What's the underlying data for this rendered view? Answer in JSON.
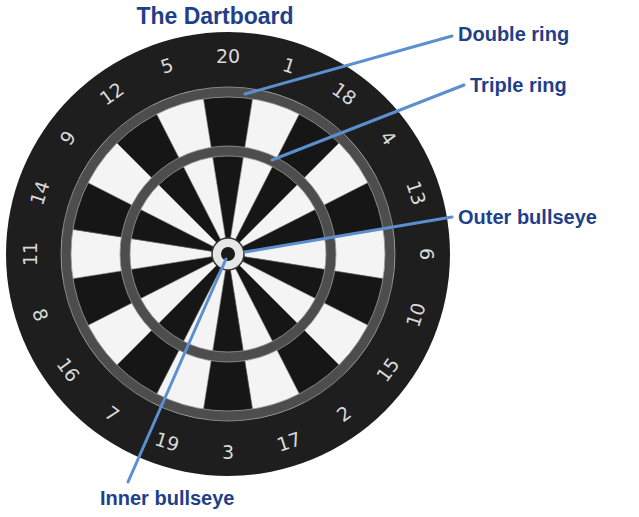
{
  "diagram": {
    "title": "The Dartboard",
    "labels": [
      "Double ring",
      "Triple ring",
      "Outer bullseye",
      "Inner bullseye",
      "20",
      "1",
      "18",
      "4",
      "13",
      "6",
      "10",
      "15",
      "2",
      "17",
      "3",
      "19",
      "7",
      "16",
      "8",
      "11",
      "14",
      "9",
      "12",
      "5"
    ]
  }
}
